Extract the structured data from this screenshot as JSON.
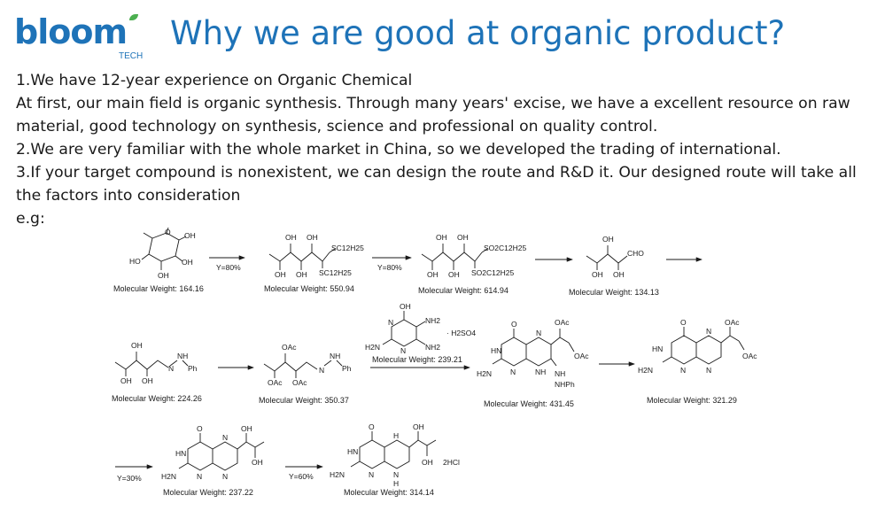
{
  "logo": {
    "wordmark": "bloom",
    "tagline": "TECH",
    "brand_color": "#1e73b8",
    "leaf_color": "#4caf50"
  },
  "header": {
    "title": "Why we are good at organic product?"
  },
  "body": {
    "point1_title": "1.We have 12-year experience on Organic Chemical",
    "point1_detail": "At first, our main field is organic synthesis. Through many years' excise, we have a excellent resource on raw material, good technology on synthesis, science and professional on quality control.",
    "point2": "2.We are very familiar with the whole market in China, so we developed the trading of international.",
    "point3": "3.If your target compound is nonexistent, we can design the route and R&D it. Our designed route will take all the factors into consideration",
    "example_label": "e.g:"
  },
  "scheme": {
    "row1": {
      "mw1": "Molecular Weight: 164.16",
      "mw2": "Molecular Weight: 550.94",
      "mw3": "Molecular Weight: 614.94",
      "mw4": "Molecular Weight: 134.13",
      "yield1": "Y=80%",
      "yield2": "Y=80%"
    },
    "row2": {
      "mw1": "Molecular Weight: 224.26",
      "mw2": "Molecular Weight: 350.37",
      "reagent_mw": "Molecular Weight: 239.21",
      "reagent_salt": "· H2SO4",
      "mw3": "Molecular Weight: 431.45",
      "mw4": "Molecular Weight: 321.29"
    },
    "row3": {
      "yield1": "Y=30%",
      "mw1": "Molecular Weight: 237.22",
      "yield2": "Y=60%",
      "mw2": "Molecular Weight: 314.14",
      "salt": "2HCl"
    },
    "atoms": {
      "oh": "OH",
      "ho": "HO",
      "sc": "SC12H25",
      "so2c": "SO2C12H25",
      "cho": "CHO",
      "n": "N",
      "h": "H",
      "hn": "HN",
      "nh": "NH",
      "ph": "Ph",
      "oac": "OAc",
      "o": "O",
      "nh2": "NH2",
      "h2n": "H2N",
      "nhph": "NHPh"
    }
  }
}
